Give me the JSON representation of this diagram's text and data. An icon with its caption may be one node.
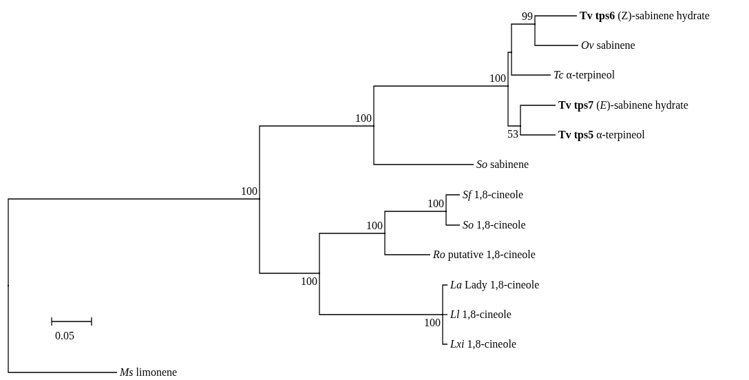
{
  "diagram": {
    "nodes": [
      {
        "text": [
          "**Tv tps6** (Z)-sabinene hydrate"
        ]
      },
      {
        "text": [
          "*Ov* sabinene"
        ]
      },
      {
        "text": [
          "*Tc* α-terpineol"
        ]
      },
      {
        "text": [
          "**Tv tps7** (*E*)-sabinene hydrate"
        ]
      },
      {
        "text": [
          "**Tv tps5** α-terpineol"
        ]
      },
      {
        "text": [
          "*So* sabinene"
        ]
      },
      {
        "text": [
          "*Sf* 1,8-cineole"
        ]
      },
      {
        "text": [
          "*So* 1,8-cineole"
        ]
      },
      {
        "text": [
          "*Ro* putative 1,8-cineole"
        ]
      },
      {
        "text": [
          "*La* Lady 1,8-cineole"
        ]
      },
      {
        "text": [
          "*Ll* 1,8-cineole"
        ]
      },
      {
        "text": [
          "*Lxi* 1,8-cineole"
        ]
      },
      {
        "text": [
          "*Ms* limonene"
        ]
      },
      {
        "text": [],
        "shape": "point"
      },
      {
        "text": [],
        "shape": "point",
        "beside": [
          "100"
        ]
      },
      {
        "text": [],
        "shape": "point",
        "beside": [
          "100"
        ]
      },
      {
        "text": [],
        "shape": "point",
        "beside": [
          "100"
        ]
      },
      {
        "text": [],
        "shape": "point",
        "beside": [
          "100"
        ]
      },
      {
        "text": [],
        "shape": "point",
        "beside": [
          "100"
        ]
      },
      {
        "text": [],
        "shape": "point",
        "beside": [
          "100"
        ]
      },
      {
        "text": [],
        "shape": "point",
        "beside": [
          "100"
        ]
      },
      {
        "text": [],
        "shape": "point"
      },
      {
        "text": [],
        "shape": "point",
        "beside": [
          "53"
        ]
      },
      {
        "text": [],
        "shape": "point",
        "beside": [
          "99"
        ]
      }
    ],
    "edges": [
      {
        "from": 13,
        "to": 14,
        "arrow": "none"
      },
      {
        "from": 13,
        "to": 12,
        "arrow": "none"
      },
      {
        "from": 14,
        "to": 16,
        "arrow": "none"
      },
      {
        "from": 14,
        "to": 15,
        "arrow": "none"
      },
      {
        "from": 16,
        "to": 20,
        "arrow": "none"
      },
      {
        "from": 16,
        "to": 5,
        "arrow": "none"
      },
      {
        "from": 20,
        "to": 21,
        "arrow": "none"
      },
      {
        "from": 20,
        "to": 22,
        "arrow": "none"
      },
      {
        "from": 21,
        "to": 23,
        "arrow": "none"
      },
      {
        "from": 21,
        "to": 2,
        "arrow": "none"
      },
      {
        "from": 23,
        "to": 0,
        "arrow": "none"
      },
      {
        "from": 23,
        "to": 1,
        "arrow": "none"
      },
      {
        "from": 22,
        "to": 3,
        "arrow": "none"
      },
      {
        "from": 22,
        "to": 4,
        "arrow": "none"
      },
      {
        "from": 15,
        "to": 17,
        "arrow": "none"
      },
      {
        "from": 15,
        "to": 18,
        "arrow": "none"
      },
      {
        "from": 17,
        "to": 19,
        "arrow": "none"
      },
      {
        "from": 17,
        "to": 8,
        "arrow": "none"
      },
      {
        "from": 19,
        "to": 6,
        "arrow": "none"
      },
      {
        "from": 19,
        "to": 7,
        "arrow": "none"
      },
      {
        "from": 18,
        "to": 9,
        "arrow": "none"
      },
      {
        "from": 18,
        "to": 10,
        "arrow": "none"
      },
      {
        "from": 18,
        "to": 11,
        "arrow": "none"
      }
    ],
    "labels": [
      "0.05"
    ]
  }
}
